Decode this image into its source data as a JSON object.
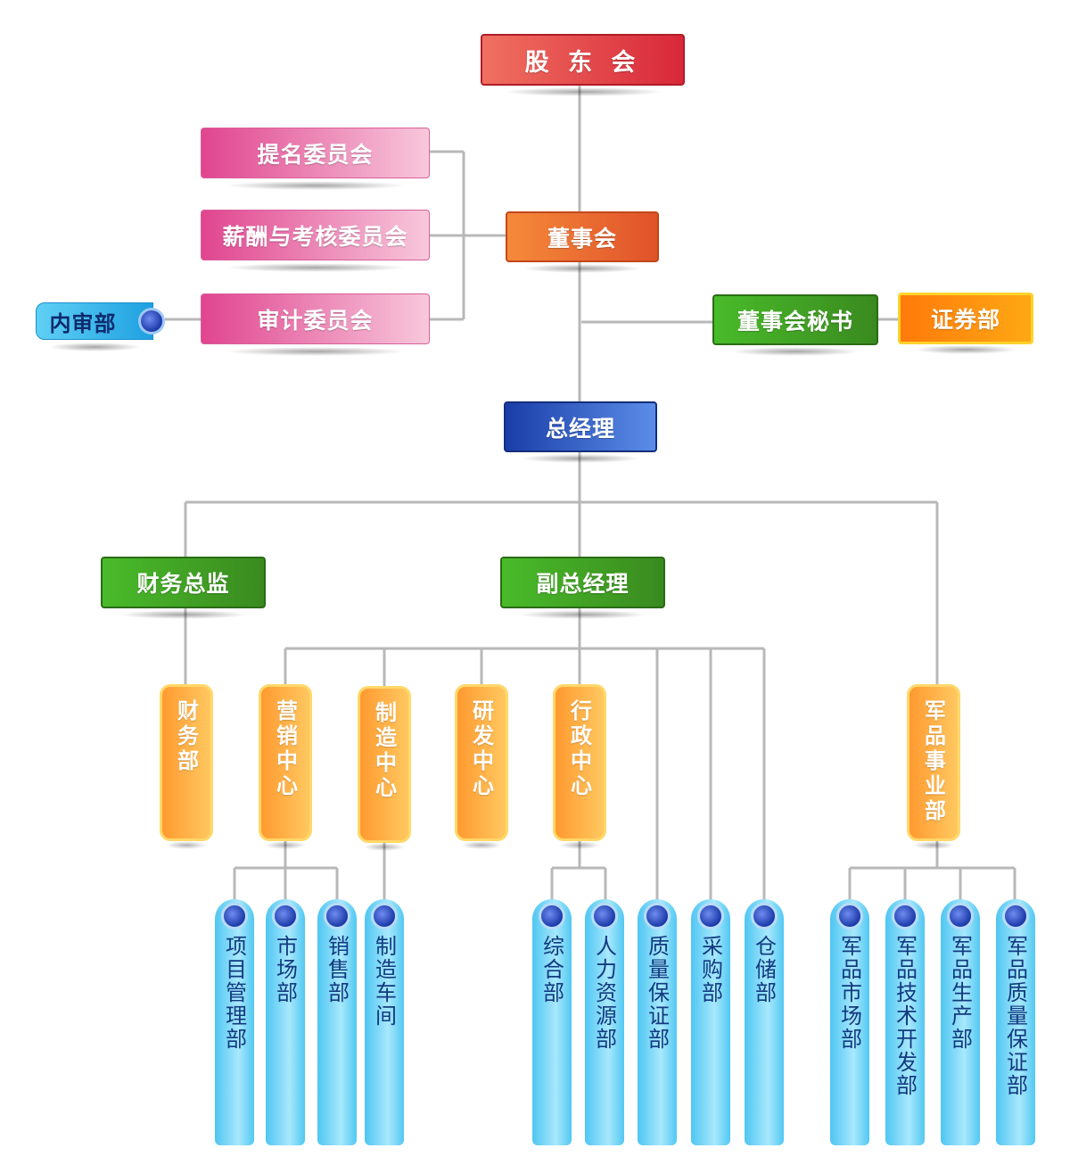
{
  "nodes": {
    "shareholders": "股 东 会",
    "board": "董事会",
    "nomination": "提名委员会",
    "compensation": "薪酬与考核委员会",
    "audit": "审计委员会",
    "internal_audit": "内审部",
    "board_secretary": "董事会秘书",
    "securities": "证券部",
    "gm": "总经理",
    "cfo": "财务总监",
    "deputy_gm": "副总经理"
  },
  "centers": {
    "finance": "财务部",
    "marketing": "营销中心",
    "manufacturing": "制造中心",
    "rnd": "研发中心",
    "admin": "行政中心",
    "military": "军品事业部"
  },
  "departments": {
    "project_mgmt": "项目管理部",
    "market": "市场部",
    "sales": "销售部",
    "workshop": "制造车间",
    "general": "综合部",
    "hr": "人力资源部",
    "qa": "质量保证部",
    "purchasing": "采购部",
    "warehouse": "仓储部",
    "mil_market": "军品市场部",
    "mil_tech": "军品技术开发部",
    "mil_production": "军品生产部",
    "mil_qa": "军品质量保证部"
  }
}
